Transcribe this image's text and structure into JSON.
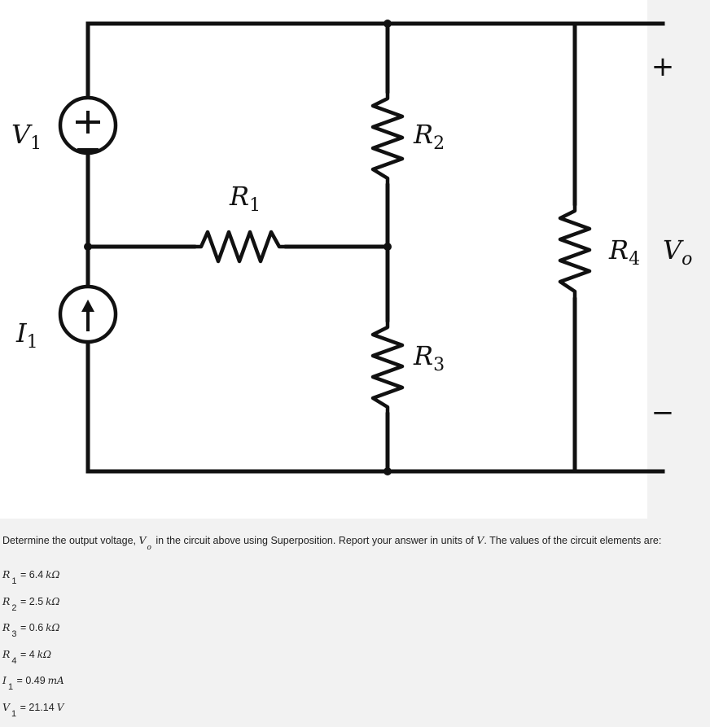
{
  "diagram": {
    "labels": {
      "V1": {
        "main": "V",
        "sub": "1"
      },
      "I1": {
        "main": "I",
        "sub": "1"
      },
      "R1": {
        "main": "R",
        "sub": "1"
      },
      "R2": {
        "main": "R",
        "sub": "2"
      },
      "R3": {
        "main": "R",
        "sub": "3"
      },
      "R4": {
        "main": "R",
        "sub": "4"
      },
      "Vo": {
        "main": "V",
        "sub": "o"
      },
      "plus": "+",
      "minus": "−"
    }
  },
  "question": {
    "part1": "Determine the output voltage, ",
    "var": "V",
    "var_sub": "o",
    "part2": " in the circuit above using Superposition. Report your answer in units of ",
    "unit": "V",
    "part3": ". The values of the circuit elements are:"
  },
  "values": [
    {
      "sym": "R",
      "idx": "1",
      "value": " = 6.4",
      "unit": "kΩ"
    },
    {
      "sym": "R",
      "idx": "2",
      "value": " = 2.5",
      "unit": "kΩ"
    },
    {
      "sym": "R",
      "idx": "3",
      "value": " = 0.6",
      "unit": "kΩ"
    },
    {
      "sym": "R",
      "idx": "4",
      "value": " = 4",
      "unit": "kΩ"
    },
    {
      "sym": "I",
      "idx": "1",
      "value": " = 0.49",
      "unit": "mA"
    },
    {
      "sym": "V",
      "idx": "1",
      "value": " = 21.14",
      "unit": "V"
    }
  ]
}
